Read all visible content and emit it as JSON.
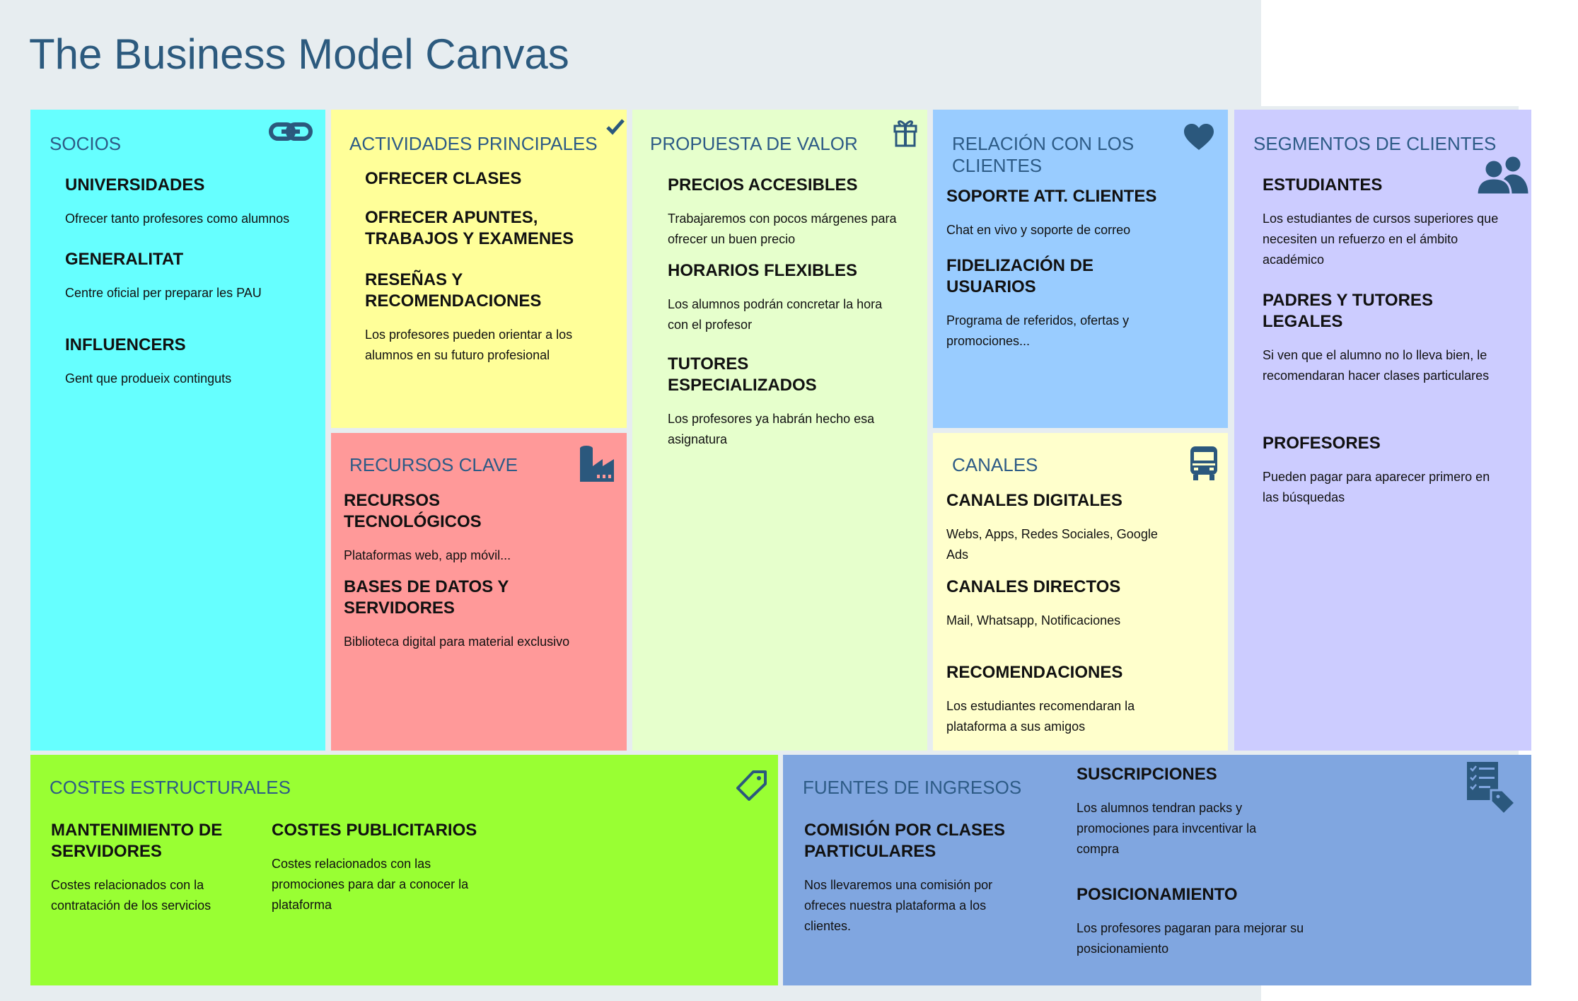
{
  "title": "The Business Model Canvas",
  "colors": {
    "socios": "#66ffff",
    "actividades": "#ffff99",
    "recursos": "#ff9999",
    "propuesta": "#e6ffcc",
    "relacion": "#99ccff",
    "canales": "#ffffcc",
    "segmentos": "#ccccff",
    "costes": "#99ff33",
    "fuentes": "#80a6e0",
    "heading": "#2d5b86"
  },
  "blocks": {
    "socios": {
      "title": "SOCIOS",
      "icon": "link-icon",
      "items": [
        {
          "heading": "UNIVERSIDADES",
          "text": "Ofrecer tanto profesores como alumnos"
        },
        {
          "heading": "GENERALITAT",
          "text": "Centre oficial per preparar les PAU"
        },
        {
          "heading": "INFLUENCERS",
          "text": "Gent que produeix continguts"
        }
      ]
    },
    "actividades": {
      "title": "ACTIVIDADES PRINCIPALES",
      "icon": "checkmark-icon",
      "items": [
        {
          "heading": "OFRECER CLASES"
        },
        {
          "heading": "OFRECER APUNTES, TRABAJOS Y EXAMENES"
        },
        {
          "heading": "RESEÑAS Y RECOMENDACIONES",
          "text": "Los profesores pueden orientar a los alumnos en su futuro profesional"
        }
      ]
    },
    "recursos": {
      "title": "RECURSOS CLAVE",
      "icon": "factory-icon",
      "items": [
        {
          "heading": "RECURSOS TECNOLÓGICOS",
          "text": "Plataformas web, app móvil..."
        },
        {
          "heading": "BASES DE DATOS Y SERVIDORES",
          "text": "Biblioteca digital para material exclusivo"
        }
      ]
    },
    "propuesta": {
      "title": "PROPUESTA DE VALOR",
      "icon": "gift-icon",
      "items": [
        {
          "heading": "PRECIOS ACCESIBLES",
          "text": "Trabajaremos con pocos márgenes para ofrecer un buen precio"
        },
        {
          "heading": "HORARIOS FLEXIBLES",
          "text": "Los alumnos podrán concretar la hora con el profesor"
        },
        {
          "heading": "TUTORES ESPECIALIZADOS",
          "text": "Los profesores ya habrán hecho esa asignatura"
        }
      ]
    },
    "relacion": {
      "title": "RELACIÓN CON LOS CLIENTES",
      "icon": "heart-icon",
      "items": [
        {
          "heading": "SOPORTE ATT. CLIENTES",
          "text": "Chat en vivo y soporte de correo"
        },
        {
          "heading": "FIDELIZACIÓN DE USUARIOS",
          "text": "Programa de referidos, ofertas y promociones..."
        }
      ]
    },
    "canales": {
      "title": "CANALES",
      "icon": "truck-icon",
      "items": [
        {
          "heading": "CANALES DIGITALES",
          "text": "Webs, Apps, Redes Sociales, Google Ads"
        },
        {
          "heading": "CANALES DIRECTOS",
          "text": "Mail, Whatsapp, Notificaciones"
        },
        {
          "heading": "RECOMENDACIONES",
          "text": "Los estudiantes recomendaran la plataforma a sus amigos"
        }
      ]
    },
    "segmentos": {
      "title": "SEGMENTOS DE CLIENTES",
      "icon": "users-icon",
      "items": [
        {
          "heading": "ESTUDIANTES",
          "text": "Los estudiantes de cursos superiores que necesiten un refuerzo en el ámbito académico"
        },
        {
          "heading": "PADRES Y TUTORES LEGALES",
          "text": "Si ven que el alumno no lo lleva bien, le recomendaran hacer clases particulares"
        },
        {
          "heading": "PROFESORES",
          "text": "Pueden pagar para aparecer primero en las búsquedas"
        }
      ]
    },
    "costes": {
      "title": "COSTES ESTRUCTURALES",
      "icon": "price-tag-icon",
      "items": [
        {
          "heading": "MANTENIMIENTO DE SERVIDORES",
          "text": "Costes relacionados con la contratación de los servicios"
        },
        {
          "heading": "COSTES PUBLICITARIOS",
          "text": "Costes relacionados con las promociones para dar a conocer la plataforma"
        }
      ]
    },
    "fuentes": {
      "title": "FUENTES DE INGRESOS",
      "icon": "price-list-icon",
      "items": [
        {
          "heading": "COMISIÓN POR CLASES PARTICULARES",
          "text": "Nos llevaremos una comisión por ofreces nuestra plataforma a los clientes."
        },
        {
          "heading": "SUSCRIPCIONES",
          "text": "Los alumnos tendran packs y promociones para invcentivar la compra"
        },
        {
          "heading": "POSICIONAMIENTO",
          "text": "Los profesores pagaran para mejorar su posicionamiento"
        }
      ]
    }
  }
}
